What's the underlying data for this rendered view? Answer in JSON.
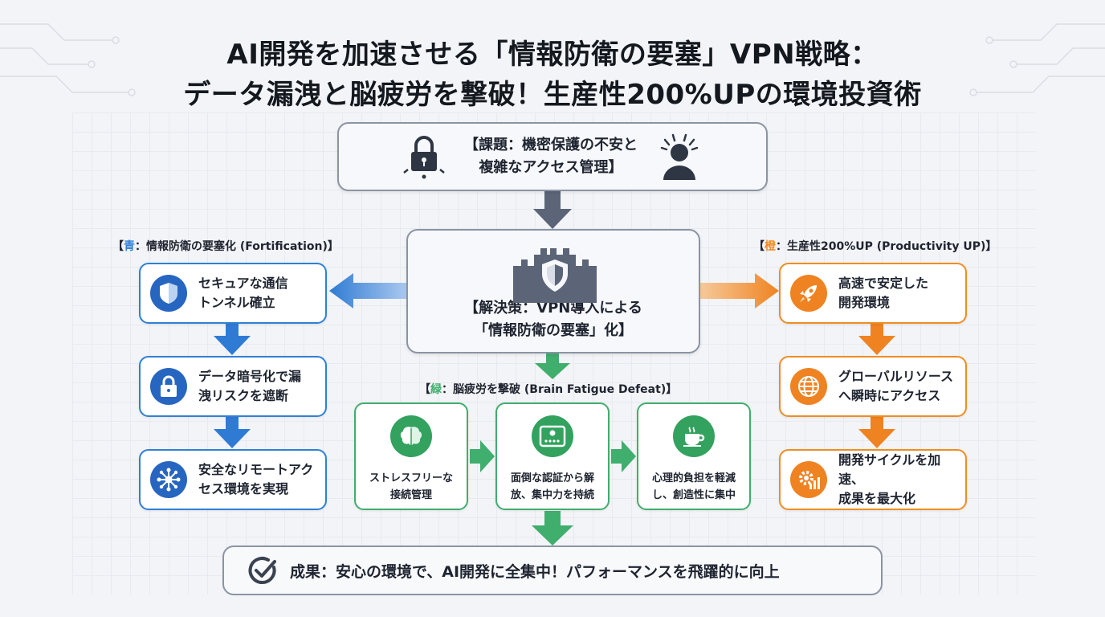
{
  "title": {
    "line1": "AI開発を加速させる「情報防衛の要塞」VPN戦略：",
    "line2": "データ漏洩と脳疲労を撃破！生産性200%UPの環境投資術"
  },
  "problem": {
    "line1": "【課題：機密保護の不安と",
    "line2": "複雑なアクセス管理】",
    "icons": [
      "lock-icon",
      "stressed-person-icon"
    ]
  },
  "solution": {
    "line1": "【解決策：VPN導入による",
    "line2": "「情報防衛の要塞」化】",
    "icon": "castle-shield-icon"
  },
  "blue": {
    "label_open": "【",
    "label_marker": "青",
    "label_rest": "：情報防衛の要塞化 (Fortification)】",
    "color": "#2f80d6",
    "items": [
      {
        "l1": "セキュアな通信",
        "l2": "トンネル確立",
        "icon": "shield-icon"
      },
      {
        "l1": "データ暗号化で漏",
        "l2": "洩リスクを遮断",
        "icon": "padlock-icon"
      },
      {
        "l1": "安全なリモートアク",
        "l2": "セス環境を実現",
        "icon": "network-icon"
      }
    ]
  },
  "orange": {
    "label_open": "【",
    "label_marker": "橙",
    "label_rest": "：生産性200%UP (Productivity UP)】",
    "color": "#ef8d22",
    "items": [
      {
        "l1": "高速で安定した",
        "l2": "開発環境",
        "icon": "rocket-icon"
      },
      {
        "l1": "グローバルリソース",
        "l2": "へ瞬時にアクセス",
        "icon": "globe-icon"
      },
      {
        "l1": "開発サイクルを加速、",
        "l2": "成果を最大化",
        "icon": "gear-chart-icon"
      }
    ]
  },
  "green": {
    "label_open": "【",
    "label_marker": "緑",
    "label_rest": "：脳疲労を撃破 (Brain Fatigue Defeat)】",
    "color": "#40ae6d",
    "items": [
      {
        "l1": "ストレスフリーな",
        "l2": "接続管理",
        "icon": "brain-icon"
      },
      {
        "l1": "面倒な認証から解",
        "l2": "放、集中力を持続",
        "icon": "login-user-icon"
      },
      {
        "l1": "心理的負担を軽減",
        "l2": "し、創造性に集中",
        "icon": "coffee-cup-icon"
      }
    ]
  },
  "result": {
    "text": "成果：安心の環境で、AI開発に全集中！パフォーマンスを飛躍的に向上",
    "icon": "check-circle-icon"
  }
}
